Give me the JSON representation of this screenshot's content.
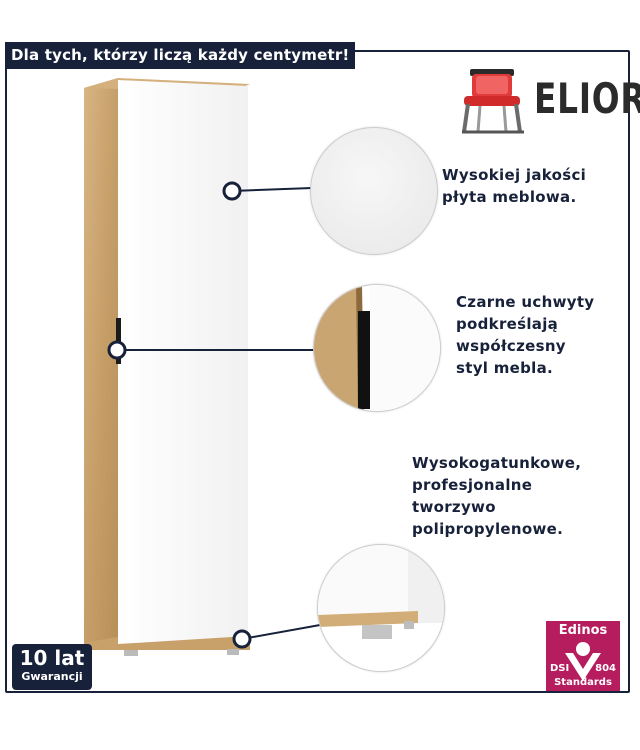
{
  "banner": {
    "text": "Dla tych, którzy liczą każdy centymetr!"
  },
  "logo": {
    "text": "ELIOR",
    "icon": "red-chair-icon"
  },
  "callouts": [
    {
      "lines": [
        "Wysokiej jakości",
        "płyta meblowa."
      ]
    },
    {
      "lines": [
        "Czarne uchwyty",
        "podkreślają",
        "współczesny",
        "styl mebla."
      ]
    },
    {
      "lines": [
        "Wysokogatunkowe,",
        "profesjonalne",
        "tworzywo",
        "polipropylenowe."
      ]
    }
  ],
  "warranty": {
    "big": "10 lat",
    "small": "Gwarancji"
  },
  "certification": {
    "brand": "Edinos",
    "left": "DSI",
    "right": "804",
    "bottom": "Standards"
  },
  "colors": {
    "navy": "#17213a",
    "oak": "#c9a571",
    "white": "#ffffff",
    "magenta": "#b61d5f",
    "chair_red": "#e03a3a"
  }
}
